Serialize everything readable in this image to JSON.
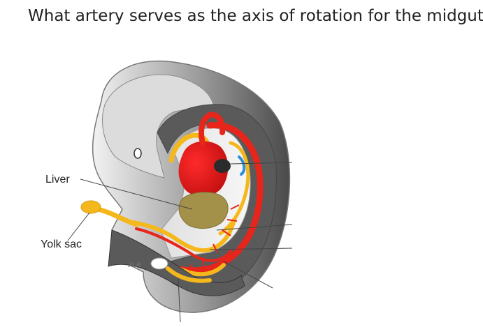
{
  "question": "What artery serves as the axis of rotation for the midgut?",
  "figure": {
    "labels": {
      "liver": "Liver",
      "yolk_sac": "Yolk sac"
    },
    "signature": "Ja.R"
  },
  "colors": {
    "artery": "#e8251b",
    "vein_yellow": "#f5b81c",
    "liver": "#a39049",
    "embryo_dark": "#555555",
    "embryo_light": "#cfcfcf",
    "vessel_blue": "#2f8fd6"
  }
}
